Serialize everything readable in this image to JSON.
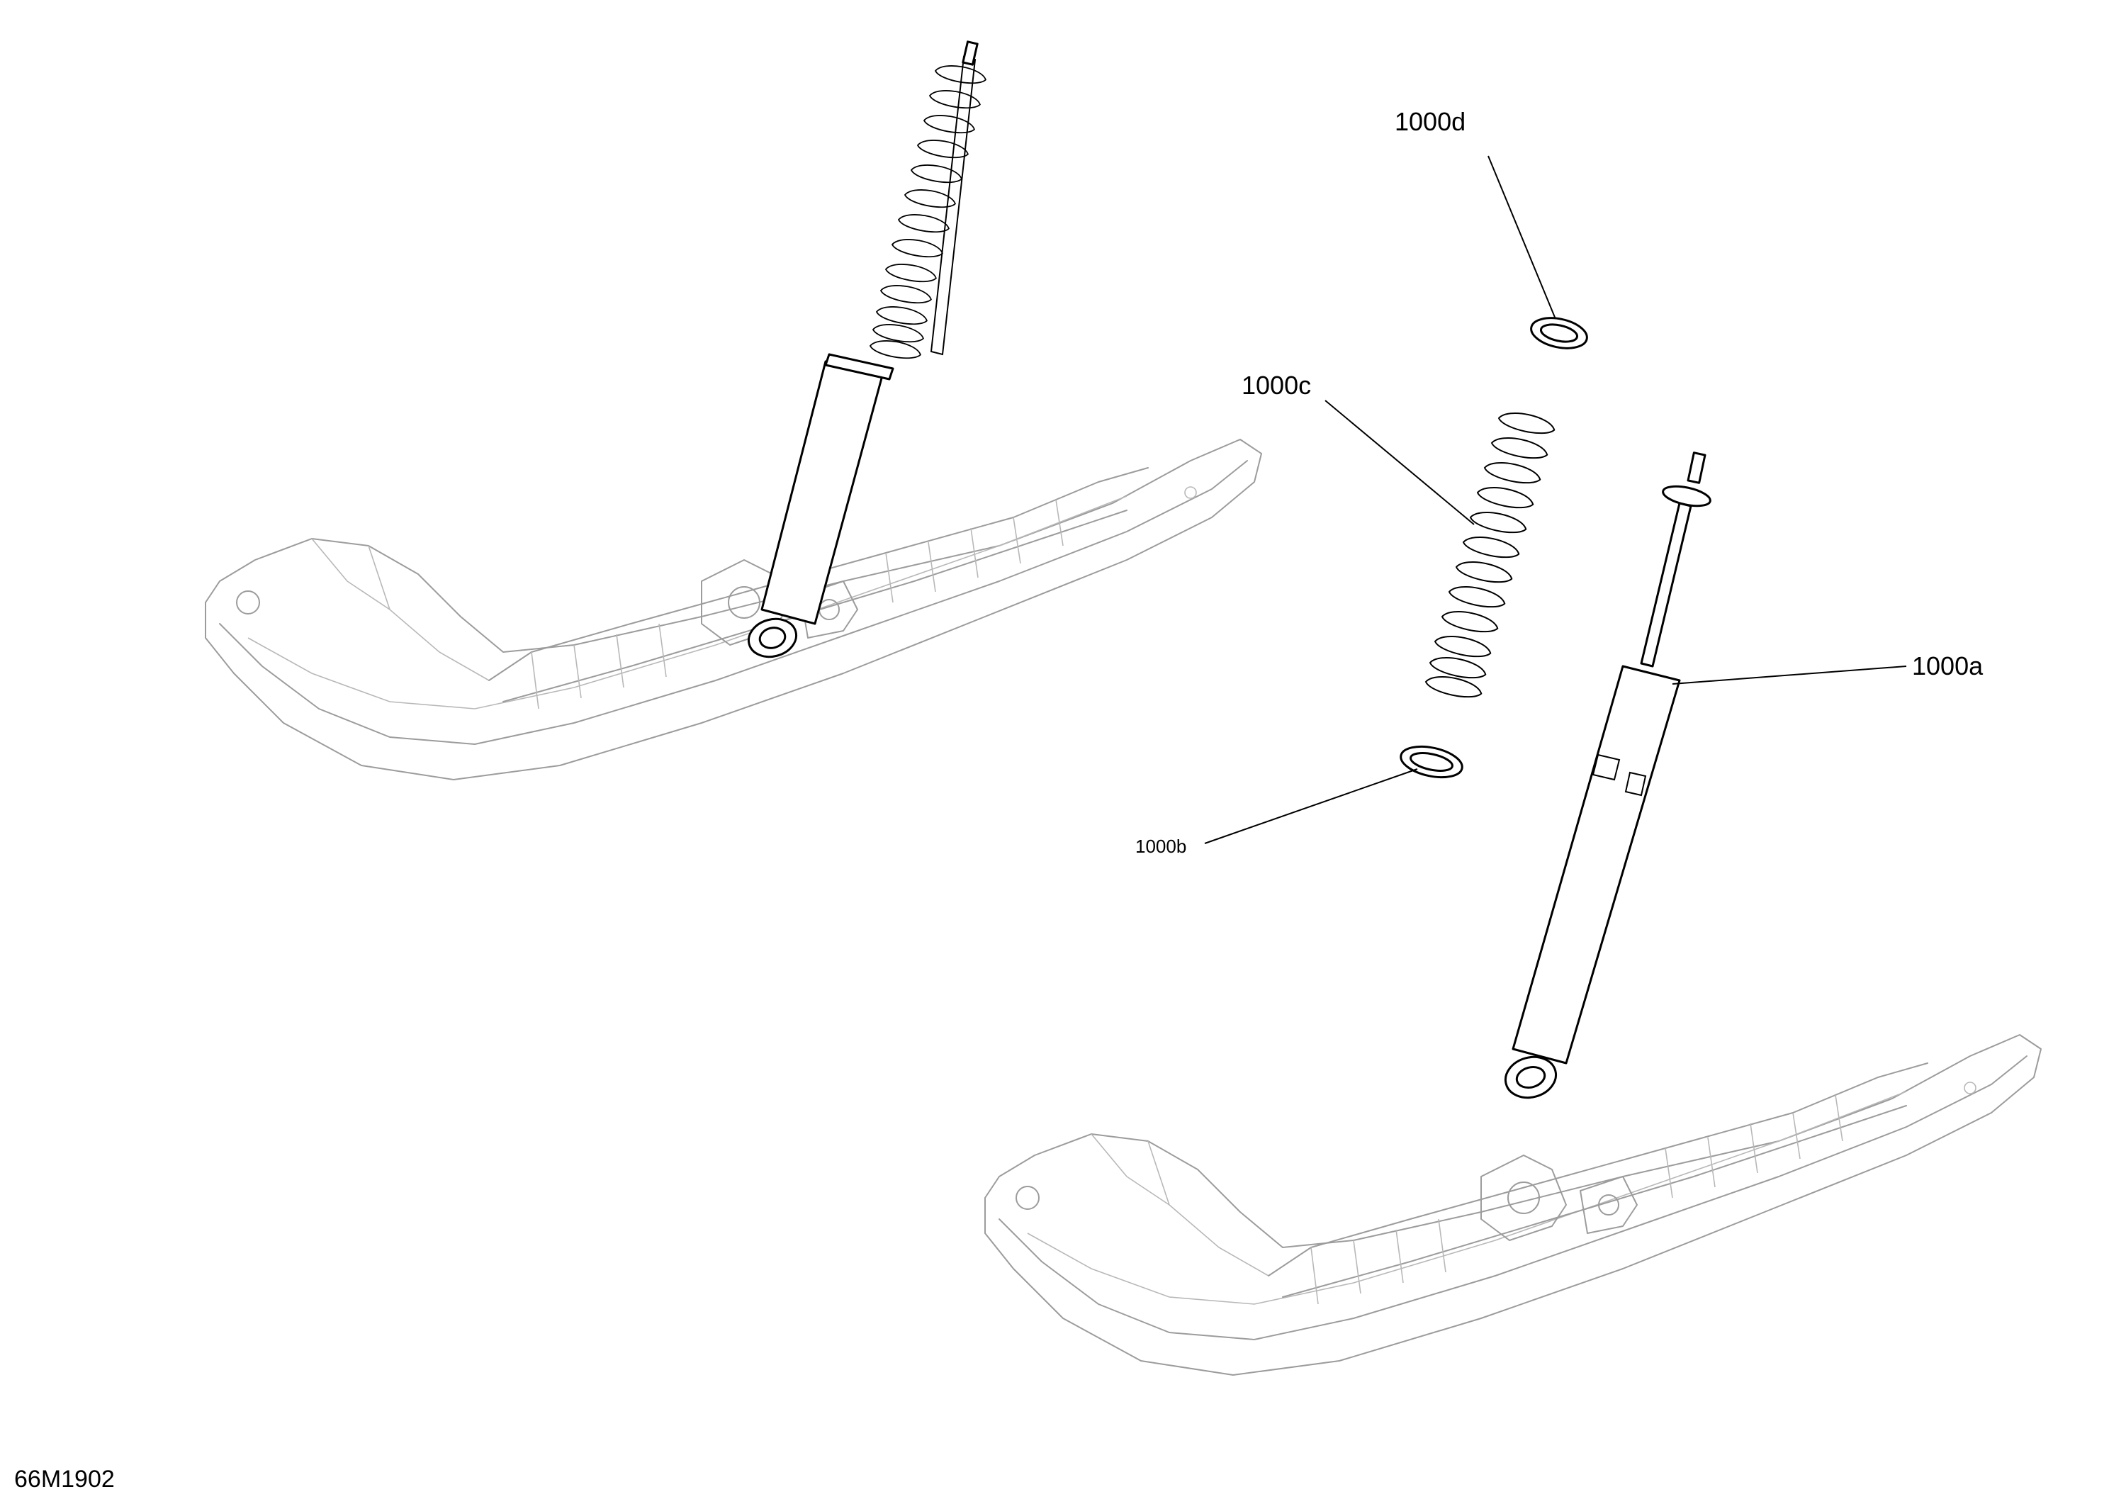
{
  "callouts": {
    "a": "1000a",
    "b": "1000b",
    "c": "1000c",
    "d": "1000d"
  },
  "drawing_number": "66M1902",
  "colors": {
    "ski_outline": "#9c9c9c",
    "part_outline": "#000000",
    "background": "#ffffff"
  }
}
